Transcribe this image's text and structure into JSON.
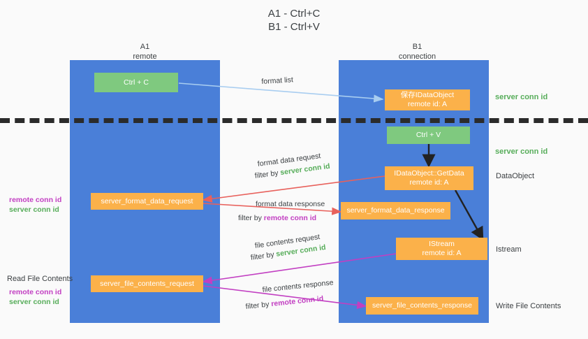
{
  "title": {
    "line1": "A1 - Ctrl+C",
    "line2": "B1 - Ctrl+V"
  },
  "columns": [
    {
      "name": "A1",
      "sub": "remote"
    },
    {
      "name": "B1",
      "sub": "connection"
    }
  ],
  "boxes": {
    "ctrl_c": "Ctrl + C",
    "ctrl_v": "Ctrl + V",
    "save_idataobject_l1": "保存IDataObject",
    "save_idataobject_l2": "remote id: A",
    "getdata_l1": "IDataObject::GetData",
    "getdata_l2": "remote id: A",
    "istream_l1": "IStream",
    "istream_l2": "remote id: A",
    "server_format_data_request": "server_format_data_request",
    "server_format_data_response": "server_format_data_response",
    "server_file_contents_request": "server_file_contents_request",
    "server_file_contents_response": "server_file_contents_response"
  },
  "right_labels": {
    "server_conn_id_1": "server conn id",
    "server_conn_id_2": "server conn id",
    "dataobject": "DataObject",
    "istream": "Istream",
    "write_file_contents": "Write File Contents"
  },
  "left_labels": {
    "remote_conn_id_1": "remote conn id",
    "server_conn_id_1": "server conn id",
    "read_file_contents": "Read File Contents",
    "remote_conn_id_2": "remote conn id",
    "server_conn_id_2": "server conn id"
  },
  "edges": {
    "format_list": "format list",
    "format_data_request": "format data request",
    "format_data_request_filter_prefix": "filter by ",
    "format_data_request_filter_value": "server conn id",
    "format_data_response": "format data response",
    "format_data_response_filter_prefix": "filter by ",
    "format_data_response_filter_value": "remote conn id",
    "file_contents_request": "file contents request",
    "file_contents_request_filter_prefix": "filter by ",
    "file_contents_request_filter_value": "server conn id",
    "file_contents_response": "file contents response",
    "file_contents_response_filter_prefix": "filter by ",
    "file_contents_response_filter_value": "remote conn id"
  },
  "colors": {
    "lane": "#4a7fd8",
    "green_box": "#7fc97f",
    "orange_box": "#fbb14a",
    "green_text": "#57ad5a",
    "purple_text": "#c23fc2",
    "light_blue_arrow": "#a8cdf0",
    "red_arrow": "#e8615c",
    "magenta_arrow": "#c23fc2",
    "black_arrow": "#222222",
    "background": "#fafafa"
  }
}
